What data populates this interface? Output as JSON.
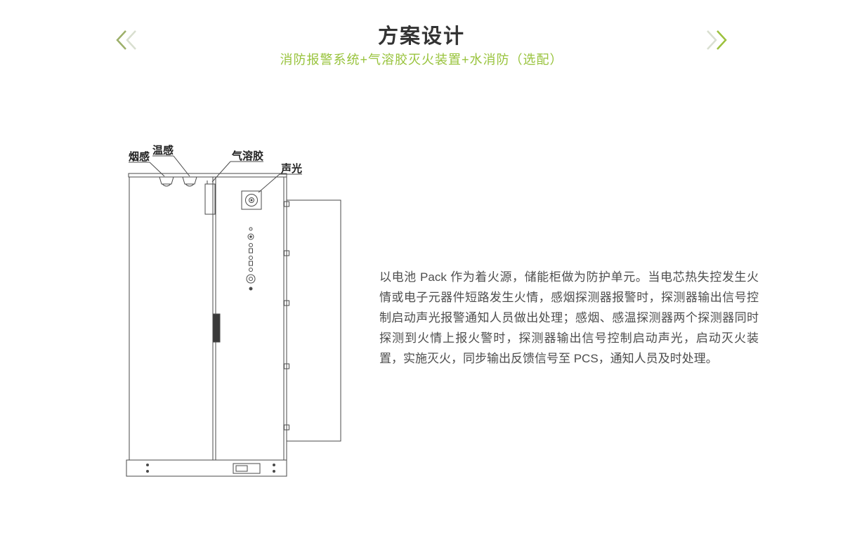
{
  "header": {
    "title": "方案设计",
    "subtitle": "消防报警系统+气溶胶灭火装置+水消防（选配）"
  },
  "nav": {
    "prev_name": "previous-slide",
    "next_name": "next-slide"
  },
  "colors": {
    "accent_green": "#9cc13c",
    "chevron_pale": "#d9dfd0",
    "chevron_olive": "#9db06a",
    "title_text": "#333333",
    "body_text": "#4d4d4d",
    "drawing_line": "#4a4a4a"
  },
  "diagram": {
    "labels": {
      "smoke": "烟感",
      "temperature": "温感",
      "aerosol": "气溶胶",
      "sound_light": "声光"
    }
  },
  "description": {
    "text": "以电池 Pack 作为着火源，储能柜做为防护单元。当电芯热失控发生火情或电子元器件短路发生火情，感烟探测器报警时，探测器输出信号控制启动声光报警通知人员做出处理；感烟、感温探测器两个探测器同时探测到火情上报火警时，探测器输出信号控制启动声光，启动灭火装置，实施灭火，同步输出反馈信号至 PCS，通知人员及时处理。"
  }
}
